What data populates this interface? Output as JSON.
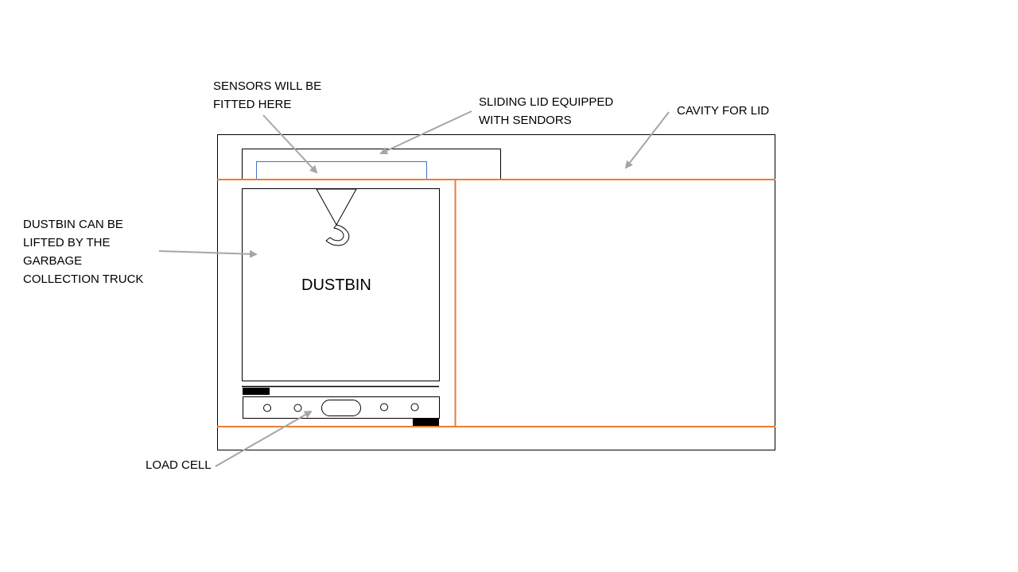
{
  "labels": {
    "sensors": [
      "SENSORS WILL BE",
      "FITTED HERE"
    ],
    "sliding_lid": [
      "SLIDING LID EQUIPPED",
      "WITH SENDORS"
    ],
    "cavity": [
      "CAVITY FOR LID"
    ],
    "dustbin_lift": [
      "DUSTBIN CAN BE",
      "LIFTED BY THE",
      "GARBAGE",
      "COLLECTION TRUCK"
    ],
    "load_cell": [
      "LOAD CELL"
    ],
    "dustbin": "DUSTBIN"
  },
  "colors": {
    "outline": "#000000",
    "divider": "#ED7D31",
    "sensor_strip": "#4472C4",
    "arrow": "#A6A6A6"
  }
}
